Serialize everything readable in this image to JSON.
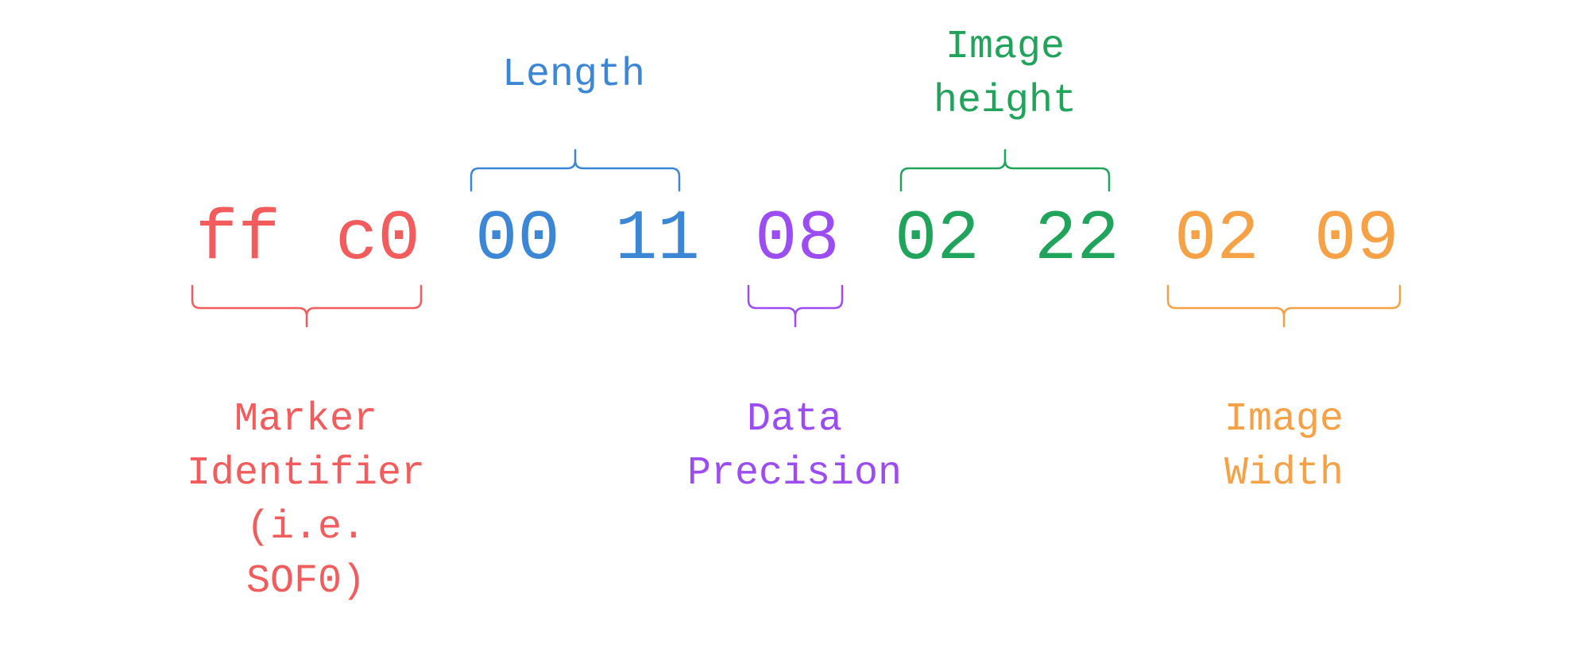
{
  "bytes": [
    {
      "text": "ff",
      "group": "marker"
    },
    {
      "text": "c0",
      "group": "marker"
    },
    {
      "text": "00",
      "group": "length"
    },
    {
      "text": "11",
      "group": "length"
    },
    {
      "text": "08",
      "group": "precision"
    },
    {
      "text": "02",
      "group": "height"
    },
    {
      "text": "22",
      "group": "height"
    },
    {
      "text": "02",
      "group": "width"
    },
    {
      "text": "09",
      "group": "width"
    }
  ],
  "groups": {
    "marker": {
      "color": "#f25c5c",
      "label": [
        "Marker",
        "Identifier",
        "(i.e.",
        "SOF0)"
      ]
    },
    "length": {
      "color": "#3c86d6",
      "label": [
        "Length"
      ]
    },
    "precision": {
      "color": "#9b4cf2",
      "label": [
        "Data",
        "Precision"
      ]
    },
    "height": {
      "color": "#20a35a",
      "label": [
        "Image",
        "height"
      ]
    },
    "width": {
      "color": "#f6a145",
      "label": [
        "Image",
        "Width"
      ]
    }
  }
}
